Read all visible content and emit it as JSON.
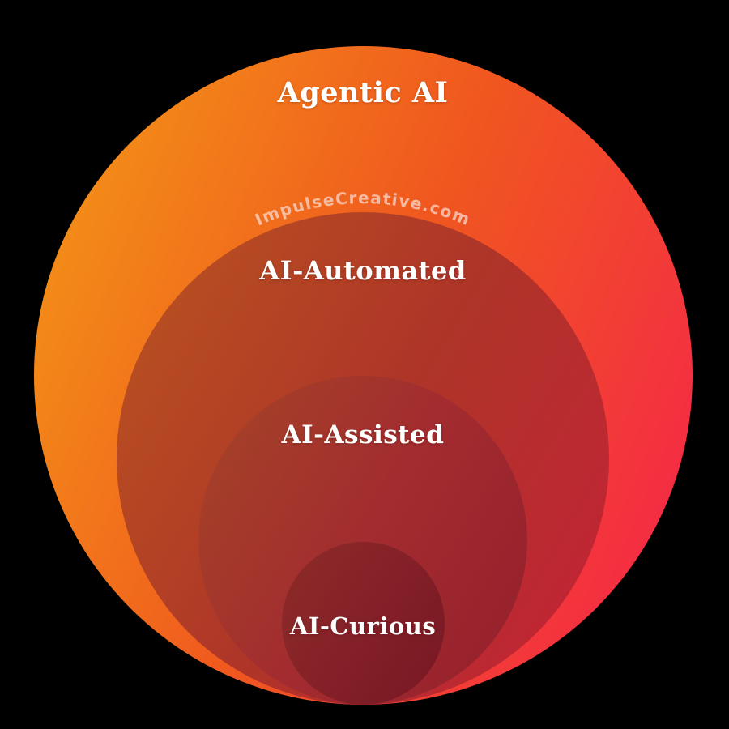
{
  "background_color": "#000000",
  "watermark": {
    "text": "ImpulseCreative.com",
    "color": "#FBDCD4"
  },
  "diagram": {
    "type": "nested-circles-onion",
    "label_color": "#FFFFFF",
    "layers": [
      {
        "label": "Agentic AI",
        "gradient": [
          "#F49A16",
          "#F0571F",
          "#F5214D"
        ]
      },
      {
        "label": "AI-Automated",
        "gradient": [
          "#BA5520",
          "#AE3528",
          "#C52137"
        ]
      },
      {
        "label": "AI-Assisted",
        "gradient": [
          "#A64527",
          "#A22C2F",
          "#951F2C"
        ]
      },
      {
        "label": "AI-Curious",
        "gradient": [
          "#8D2C28",
          "#842028",
          "#771823"
        ]
      }
    ]
  }
}
